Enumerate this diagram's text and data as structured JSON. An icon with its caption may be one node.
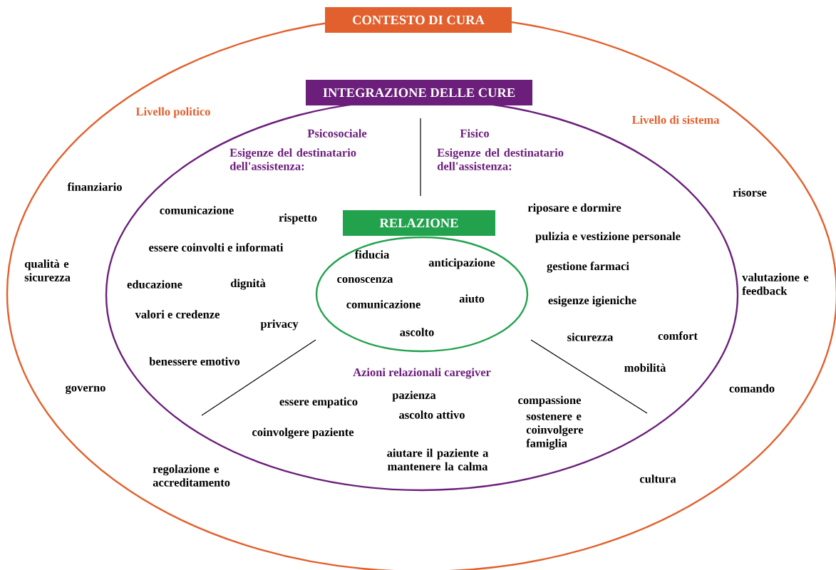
{
  "diagram": {
    "nodes": [
      {
        "text": [
          "CONTESTO DI CURA"
        ]
      },
      {
        "text": [
          "INTEGRAZIONE DELLE CURE"
        ],
        "in": 0
      },
      {
        "text": [
          "RELAZIONE"
        ],
        "in": 1
      }
    ],
    "labels": [
      "Livello politico",
      "Livello di sistema",
      "Psicosociale",
      "Esigenze del destinatario dell'assistenza:",
      "Fisico",
      "Esigenze del destinatario dell'assistenza:",
      "finanziario",
      "comunicazione",
      "rispetto",
      "essere coinvolti e informati",
      "qualità e sicurezza",
      "educazione",
      "dignità",
      "valori e credenze",
      "privacy",
      "benessere emotivo",
      "governo",
      "fiducia",
      "anticipazione",
      "conoscenza",
      "comunicazione",
      "aiuto",
      "ascolto",
      "risorse",
      "riposare e dormire",
      "pulizia e vestizione personale",
      "gestione farmaci",
      "valutazione e feedback",
      "esigenze igieniche",
      "sicurezza",
      "comfort",
      "mobilità",
      "comando",
      "Azioni relazionali caregiver",
      "essere empatico",
      "pazienza",
      "ascolto attivo",
      "compassione",
      "coinvolgere paziente",
      "sostenere e coinvolgere famiglia",
      "aiutare il paziente a mantenere la calma",
      "regolazione e accreditamento",
      "cultura"
    ]
  }
}
